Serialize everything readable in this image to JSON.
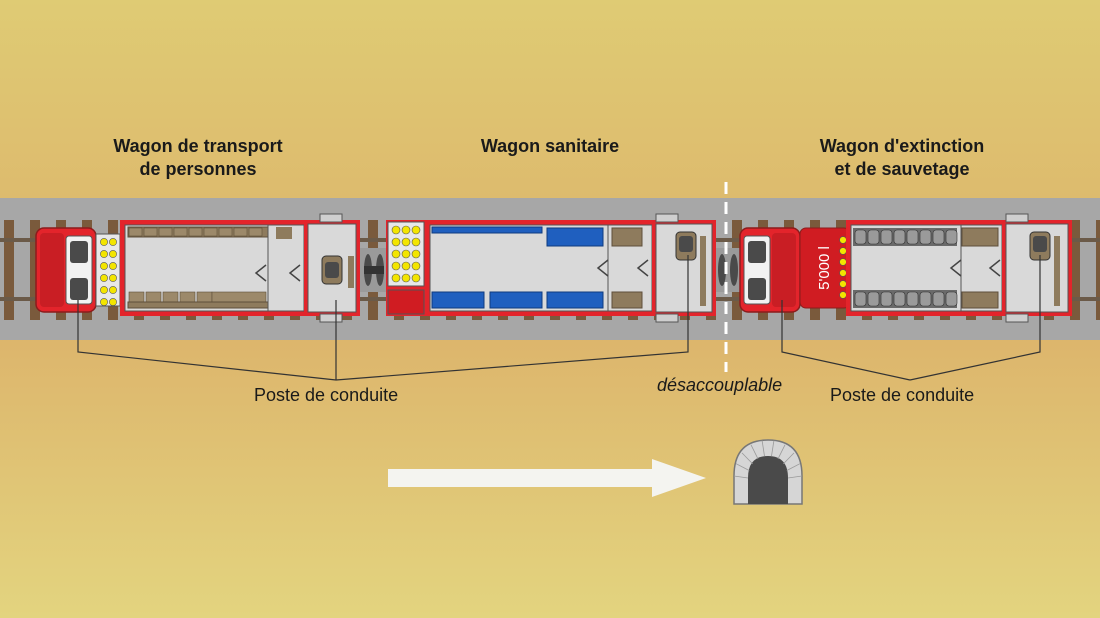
{
  "colors": {
    "background_top": "#dfcb74",
    "background_bottom": "#e3d47f",
    "track": "#a3a3a3",
    "wagon_red": "#e3242b",
    "floor_grey": "#d9d9d9",
    "seat_brown": "#8e7b5d",
    "stretcher_blue": "#1f5fbf",
    "light_yellow": "#f3e500",
    "arrow": "#f4f4f0"
  },
  "wagons": {
    "transport": {
      "title_line1": "Wagon de transport",
      "title_line2": "de personnes"
    },
    "sanitary": {
      "title": "Wagon sanitaire"
    },
    "extinction": {
      "title_line1": "Wagon d'extinction",
      "title_line2": "et de sauvetage",
      "tank_label": "5'000 l"
    }
  },
  "labels": {
    "driving_post_left": "Poste de conduite",
    "driving_post_right": "Poste de conduite",
    "uncouplable": "désaccouplable"
  },
  "icons": {
    "direction": "direction-arrow-icon",
    "tunnel": "tunnel-portal-icon"
  }
}
